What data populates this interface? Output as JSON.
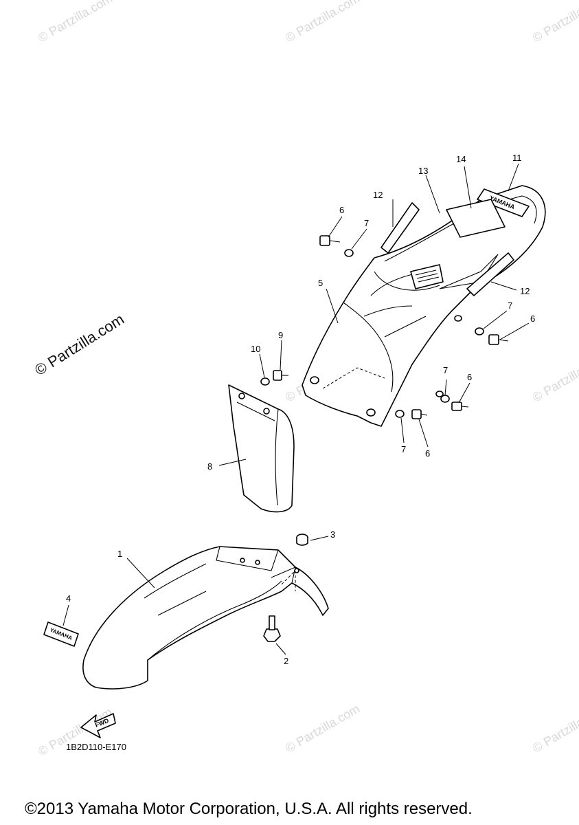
{
  "diagram": {
    "callouts": [
      {
        "id": "c1",
        "text": "1"
      },
      {
        "id": "c2",
        "text": "2"
      },
      {
        "id": "c3",
        "text": "3"
      },
      {
        "id": "c4",
        "text": "4"
      },
      {
        "id": "c5",
        "text": "5"
      },
      {
        "id": "c6a",
        "text": "6"
      },
      {
        "id": "c6b",
        "text": "6"
      },
      {
        "id": "c6c",
        "text": "6"
      },
      {
        "id": "c6d",
        "text": "6"
      },
      {
        "id": "c7a",
        "text": "7"
      },
      {
        "id": "c7b",
        "text": "7"
      },
      {
        "id": "c7c",
        "text": "7"
      },
      {
        "id": "c7d",
        "text": "7"
      },
      {
        "id": "c8",
        "text": "8"
      },
      {
        "id": "c9",
        "text": "9"
      },
      {
        "id": "c10",
        "text": "10"
      },
      {
        "id": "c11",
        "text": "11"
      },
      {
        "id": "c12a",
        "text": "12"
      },
      {
        "id": "c12b",
        "text": "12"
      },
      {
        "id": "c13",
        "text": "13"
      },
      {
        "id": "c14",
        "text": "14"
      }
    ],
    "fwd_label": "FWD",
    "decal_text": "YAMAHA",
    "diagram_code": "1B2D110-E170"
  },
  "watermark": {
    "text": "© Partzilla.com",
    "side_text": "© Partzilla.com"
  },
  "footer": {
    "copyright": "©2013 Yamaha Motor Corporation, U.S.A. All rights reserved."
  }
}
